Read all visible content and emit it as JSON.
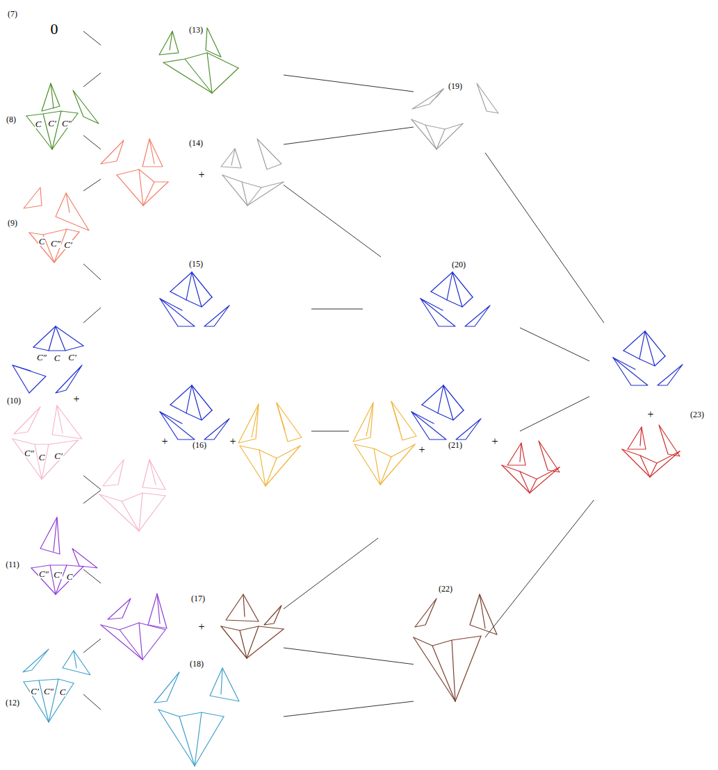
{
  "diagram": {
    "nodes": [
      {
        "text": [
          "(7)",
          "0"
        ]
      },
      {
        "text": [
          "(8)",
          "C",
          "C′",
          "C″"
        ]
      },
      {
        "text": [
          "(9)",
          "C",
          "C″",
          "C′"
        ]
      },
      {
        "text": [
          "C″",
          "C",
          "C′",
          "+",
          "(10)",
          "C″",
          "C",
          "C′"
        ]
      },
      {
        "text": [
          "(11)",
          "C″",
          "C′",
          "C"
        ]
      },
      {
        "text": [
          "(12)",
          "C′",
          "C″",
          "C"
        ]
      },
      {
        "text": [
          "(13)"
        ]
      },
      {
        "text": [
          "(14)",
          "+"
        ]
      },
      {
        "text": [
          "(15)"
        ]
      },
      {
        "text": [
          "+",
          "(16)",
          "+"
        ]
      },
      {
        "text": [
          "(17)",
          "+"
        ]
      },
      {
        "text": [
          "(18)"
        ]
      },
      {
        "text": [
          "(19)"
        ]
      },
      {
        "text": [
          "(20)"
        ]
      },
      {
        "text": [
          "+",
          "(21)",
          "+"
        ]
      },
      {
        "text": [
          "(22)"
        ]
      },
      {
        "text": [
          "+",
          "(23)"
        ]
      }
    ],
    "edges": [
      {
        "from": 0,
        "to": 6,
        "arrow": "none"
      },
      {
        "from": 1,
        "to": 6,
        "arrow": "none"
      },
      {
        "from": 1,
        "to": 7,
        "arrow": "none"
      },
      {
        "from": 2,
        "to": 7,
        "arrow": "none"
      },
      {
        "from": 2,
        "to": 8,
        "arrow": "none"
      },
      {
        "from": 3,
        "to": 8,
        "arrow": "none"
      },
      {
        "from": 3,
        "to": 9,
        "arrow": "none"
      },
      {
        "from": 4,
        "to": 9,
        "arrow": "none"
      },
      {
        "from": 4,
        "to": 10,
        "arrow": "none"
      },
      {
        "from": 5,
        "to": 10,
        "arrow": "none"
      },
      {
        "from": 5,
        "to": 11,
        "arrow": "none"
      },
      {
        "from": 6,
        "to": 12,
        "arrow": "none"
      },
      {
        "from": 7,
        "to": 12,
        "arrow": "none"
      },
      {
        "from": 7,
        "to": 13,
        "arrow": "none"
      },
      {
        "from": 8,
        "to": 13,
        "arrow": "none"
      },
      {
        "from": 9,
        "to": 14,
        "arrow": "none"
      },
      {
        "from": 10,
        "to": 14,
        "arrow": "none"
      },
      {
        "from": 10,
        "to": 15,
        "arrow": "none"
      },
      {
        "from": 11,
        "to": 15,
        "arrow": "none"
      },
      {
        "from": 12,
        "to": 16,
        "arrow": "none"
      },
      {
        "from": 13,
        "to": 16,
        "arrow": "none"
      },
      {
        "from": 14,
        "to": 16,
        "arrow": "none"
      },
      {
        "from": 15,
        "to": 16,
        "arrow": "none"
      }
    ]
  }
}
